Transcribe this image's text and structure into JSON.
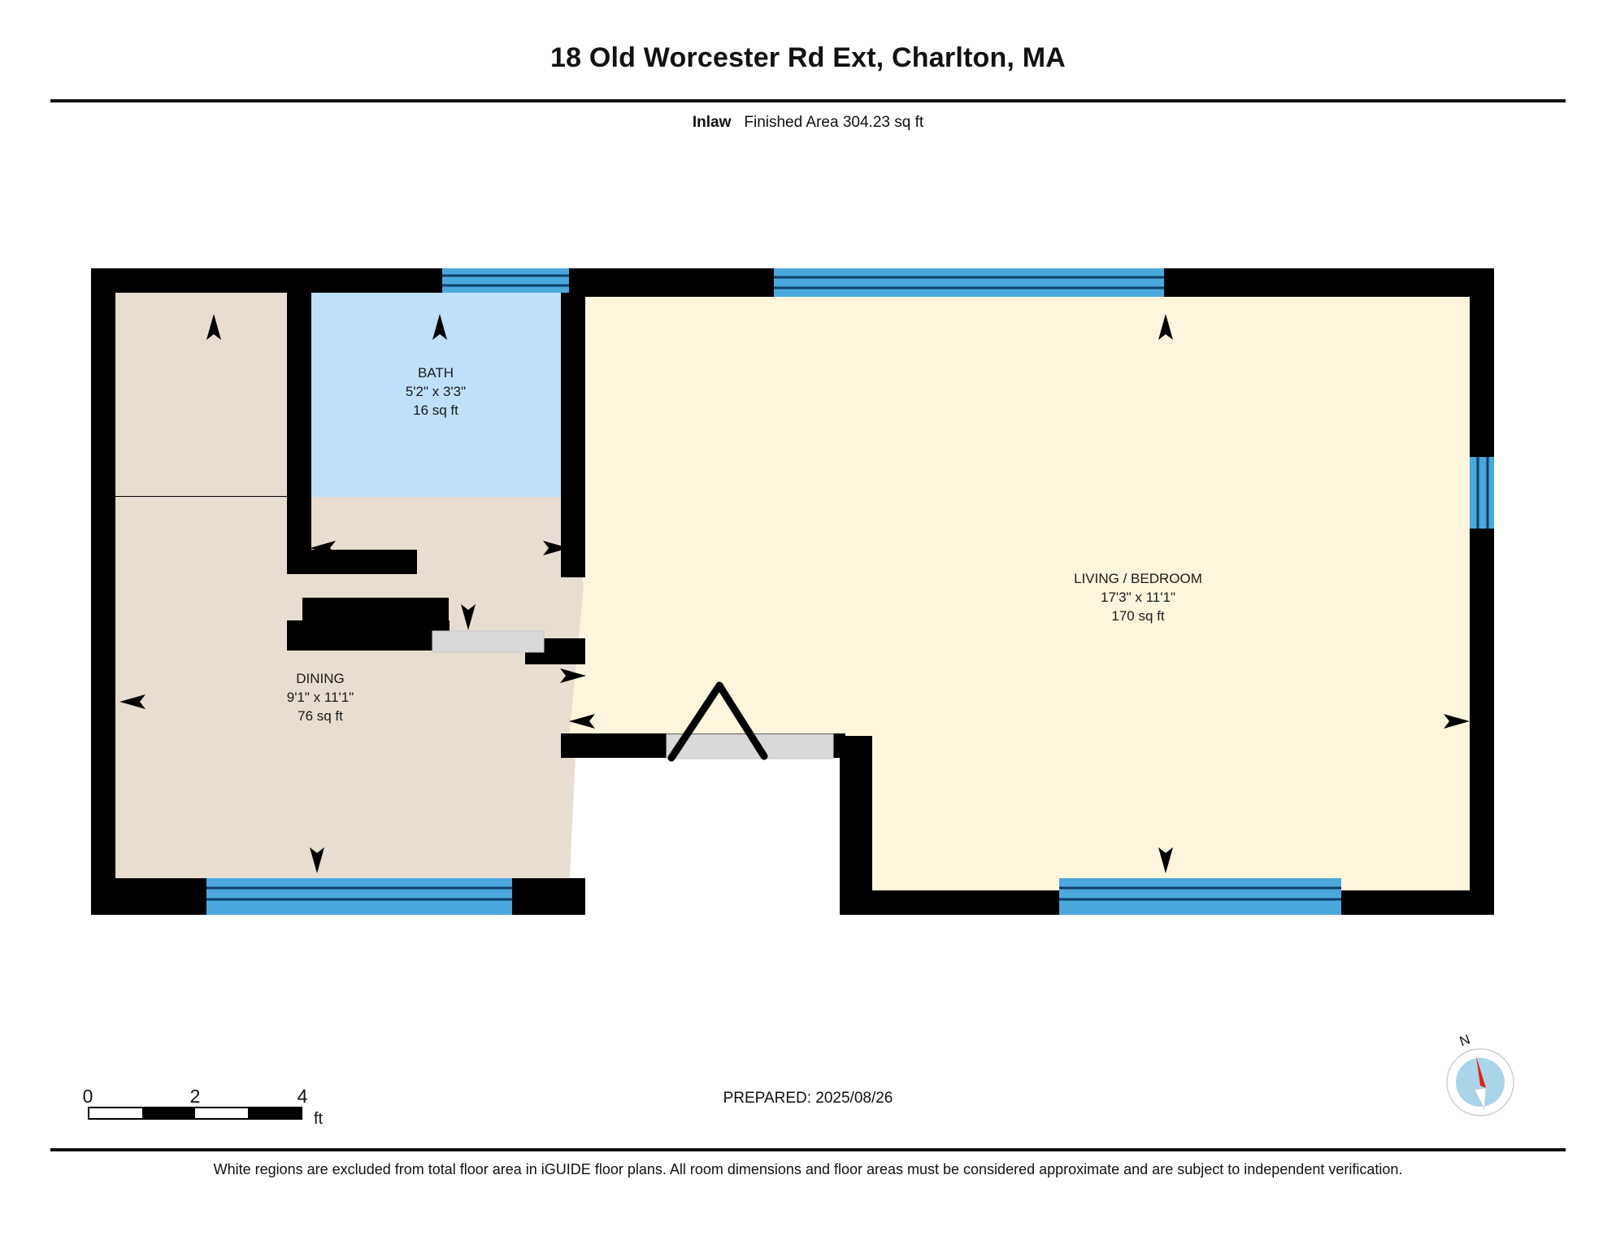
{
  "header": {
    "title": "18 Old Worcester Rd Ext, Charlton, MA",
    "level_name": "Inlaw",
    "area_summary": "Finished Area 304.23 sq ft"
  },
  "rooms": [
    {
      "id": "bath",
      "name": "BATH",
      "dimensions": "5'2\" x 3'3\"",
      "area": "16 sq ft",
      "fill": "#bfe0fa"
    },
    {
      "id": "dining",
      "name": "DINING",
      "dimensions": "9'1\" x 11'1\"",
      "area": "76 sq ft",
      "fill": "#e7ddd0"
    },
    {
      "id": "living-bedroom",
      "name": "LIVING / BEDROOM",
      "dimensions": "17'3\" x 11'1\"",
      "area": "170 sq ft",
      "fill": "#fdf6dd"
    }
  ],
  "colors": {
    "wall": "#000000",
    "window": "#4aa8dc",
    "window_line": "#0d3e66",
    "door_sill": "#d9d9d9",
    "bath_fill": "#bfe0fa",
    "dining_fill": "#e7ddd0",
    "living_fill": "#fdf6dd",
    "excluded_fill": "#ffffff",
    "compass_needle_red": "#e32119",
    "compass_disc": "#a9d4ea"
  },
  "scale_bar": {
    "ticks": [
      "0",
      "2",
      "4"
    ],
    "unit": "ft"
  },
  "prepared": "PREPARED: 2025/08/26",
  "compass": {
    "north_label": "N"
  },
  "footer_note": "White regions are excluded from total floor area in iGUIDE floor plans. All room dimensions and floor areas must be considered approximate and are subject to independent verification."
}
